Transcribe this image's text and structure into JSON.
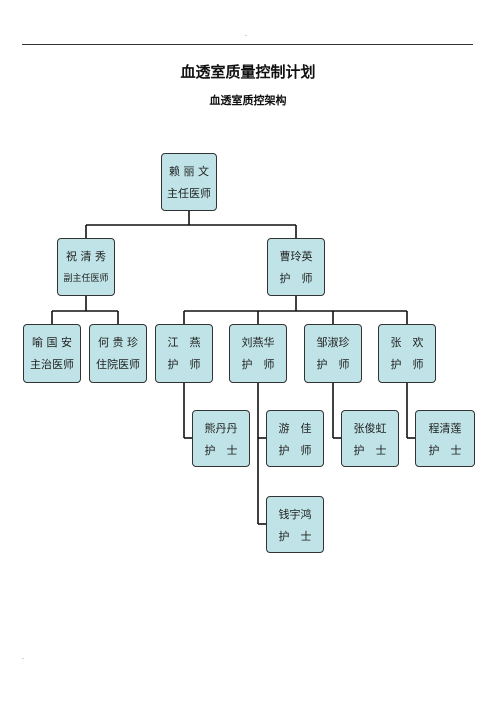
{
  "page": {
    "header_mark": ".",
    "footer_mark": ".",
    "title": "血透室质量控制计划",
    "subtitle": "血透室质控架构"
  },
  "org": {
    "root": {
      "name": "赖 丽 文",
      "role": "主任医师"
    },
    "deputy": {
      "name": "祝 清 秀",
      "role": "副主任医师"
    },
    "head_nurse": {
      "name": "曹玲英",
      "role": "护　师"
    },
    "doctors": [
      {
        "name": "喻 国 安",
        "role": "主治医师"
      },
      {
        "name": "何 贵 珍",
        "role": "住院医师"
      }
    ],
    "nurses": [
      {
        "name": "江　燕",
        "role": "护　师"
      },
      {
        "name": "刘燕华",
        "role": "护　师"
      },
      {
        "name": "邹淑珍",
        "role": "护　师"
      },
      {
        "name": "张　欢",
        "role": "护　师"
      }
    ],
    "sub_nurses": [
      {
        "name": "熊丹丹",
        "role": "护　士"
      },
      {
        "name": "游　佳",
        "role": "护　师"
      },
      {
        "name": "钱宇鸿",
        "role": "护　士"
      },
      {
        "name": "张俊虹",
        "role": "护　士"
      },
      {
        "name": "程清莲",
        "role": "护　士"
      }
    ]
  }
}
